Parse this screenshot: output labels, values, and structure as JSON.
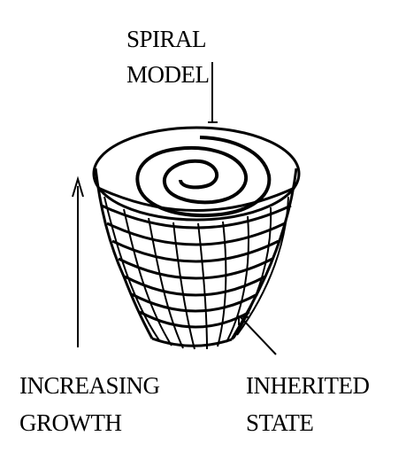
{
  "diagram": {
    "title_line1": "SPIRAL",
    "title_line2": "MODEL",
    "left_label_line1": "INCREASING",
    "left_label_line2": "GROWTH",
    "right_label_line1": "INHERITED",
    "right_label_line2": "STATE"
  },
  "colors": {
    "background": "#ffffff",
    "ink": "#000000"
  }
}
